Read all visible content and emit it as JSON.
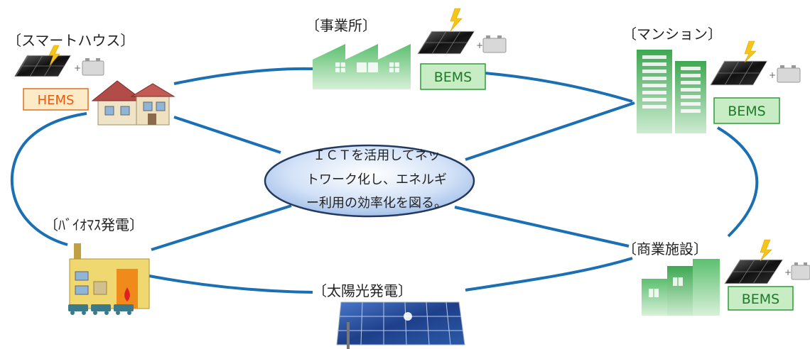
{
  "title": "",
  "nodes": {
    "smart_house": {
      "label": "〔スマートハウス〕",
      "badge": "HEMS"
    },
    "office": {
      "label": "〔事業所〕",
      "badge": "BEMS"
    },
    "mansion": {
      "label": "〔マンション〕",
      "badge": "BEMS"
    },
    "biomass": {
      "label": "〔ﾊﾞｲｵﾏｽ発電〕"
    },
    "solar": {
      "label": "〔太陽光発電〕"
    },
    "commercial": {
      "label": "〔商業施設〕",
      "badge": "BEMS"
    }
  },
  "center": {
    "lines": [
      "ＩＣＴを活用してネッ",
      "トワーク化し、エネルギ",
      "ー利用の効率化を図る。"
    ]
  },
  "colors": {
    "ring": "#1b6fb3",
    "hems_border": "#e07020",
    "hems_fill": "#fdebc8",
    "hems_text": "#e85a10",
    "bems_border": "#2e9a3a",
    "bems_fill": "#c8ecc4",
    "bems_text": "#1e7a2a",
    "center_fill": "#aac6ee",
    "center_border": "#23395f"
  },
  "icons": {
    "pv_battery": "solar-panel-with-battery",
    "house": "house-icon",
    "factory": "factory-icon",
    "apartments": "apartment-buildings-icon",
    "mall": "commercial-building-icon",
    "biomass_plant": "biomass-plant-icon",
    "solar_array": "solar-array-icon"
  }
}
